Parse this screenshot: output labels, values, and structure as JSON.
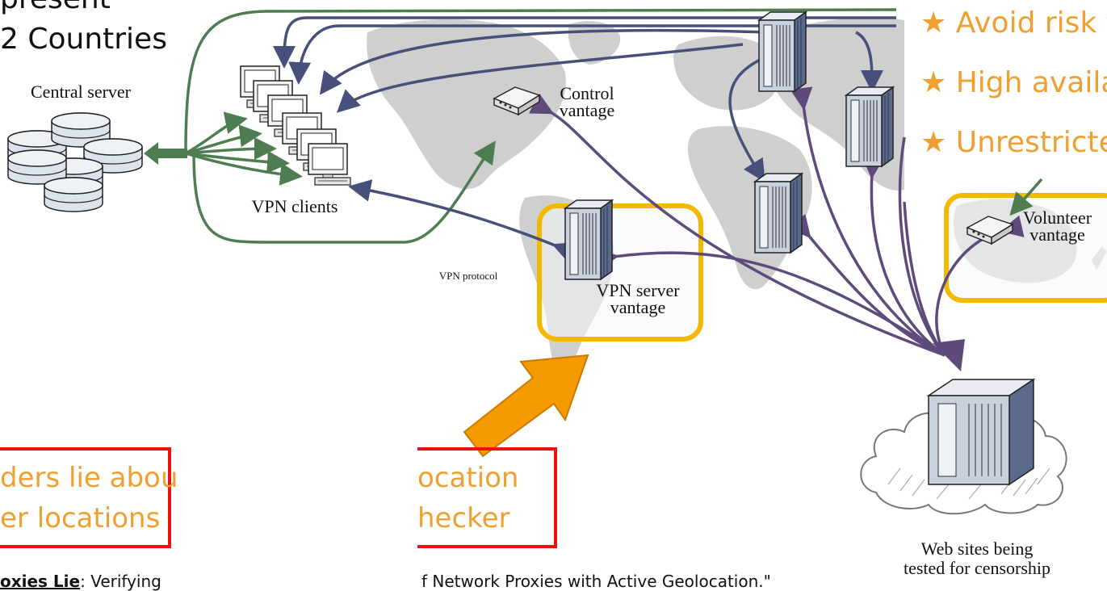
{
  "slide": {
    "heading_line1": "present",
    "heading_line2": "2 Countries",
    "benefits": [
      "Avoid risk t",
      "High availa",
      "Unrestricte"
    ],
    "box_left_line1": "ders lie abou",
    "box_left_line2": "er locations",
    "box_right_line1": "ocation",
    "box_right_line2": "hecker",
    "citation_left_bold": "oxies Lie",
    "citation_left_rest": ": Verifying",
    "citation_right": "f Network Proxies with Active Geolocation.\""
  },
  "diagram": {
    "central_server": "Central server",
    "vpn_clients": "VPN clients",
    "control_vantage_line1": "Control",
    "control_vantage_line2": "vantage",
    "vpn_protocol": "VPN protocol",
    "vpn_server_vantage_line1": "VPN server",
    "vpn_server_vantage_line2": "vantage",
    "volunteer_vantage_line1": "Volunteer",
    "volunteer_vantage_line2": "vantage",
    "web_sites_line1": "Web sites being",
    "web_sites_line2": "tested for censorship"
  },
  "colors": {
    "green": "#4f7d52",
    "navy": "#46507a",
    "purple": "#5e4b7c",
    "highlight": "#f5b800",
    "slide_orange": "#f0a030",
    "red": "#ee1111",
    "arrow_orange": "#f59a00",
    "map": "#cfcfcf"
  }
}
